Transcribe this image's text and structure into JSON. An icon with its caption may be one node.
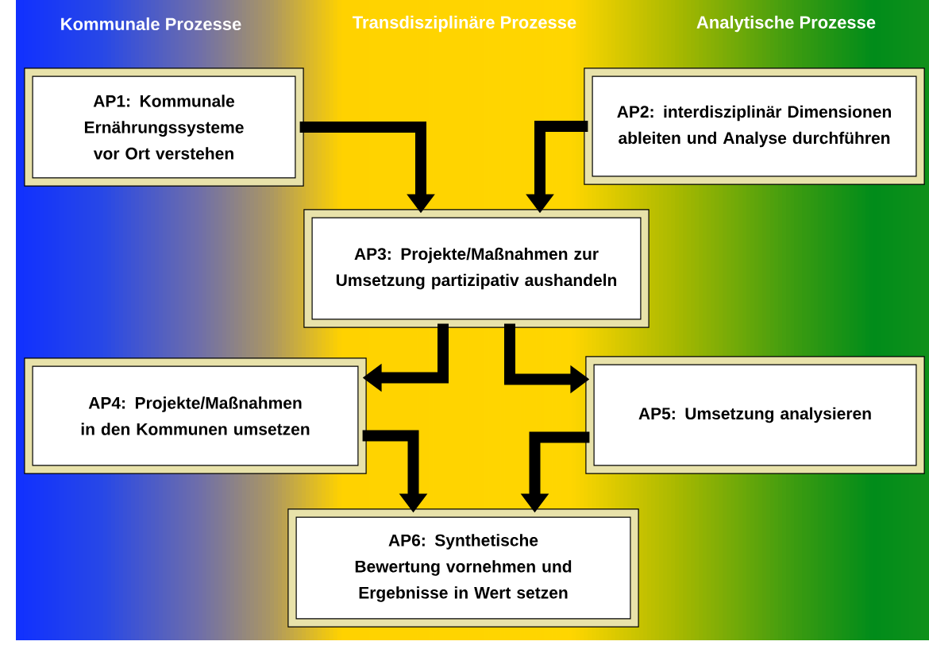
{
  "diagram": {
    "nodes": [
      {
        "text": [
          "AP1: Kommunale Ernährungssysteme vor Ort verstehen"
        ]
      },
      {
        "text": [
          "AP2: interdisziplinär Dimensionen ableiten und Analyse durchführen"
        ]
      },
      {
        "text": [
          "AP3: Projekte/Maßnahmen zur Umsetzung partizipativ aushandeln"
        ]
      },
      {
        "text": [
          "AP4: Projekte/Maßnahmen in den Kommunen umsetzen"
        ]
      },
      {
        "text": [
          "AP5: Umsetzung analysieren"
        ]
      },
      {
        "text": [
          "AP6: Synthetische Bewertung vornehmen und Ergebnisse in Wert setzen"
        ]
      }
    ],
    "edges": [
      {
        "from": 0,
        "to": 2,
        "arrow": "to"
      },
      {
        "from": 1,
        "to": 2,
        "arrow": "to"
      },
      {
        "from": 2,
        "to": 3,
        "arrow": "to"
      },
      {
        "from": 2,
        "to": 4,
        "arrow": "to"
      },
      {
        "from": 3,
        "to": 5,
        "arrow": "to"
      },
      {
        "from": 4,
        "to": 5,
        "arrow": "to"
      }
    ],
    "labels": [
      "Kommunale Prozesse",
      "Transdisziplinäre Prozesse",
      "Analytische Prozesse"
    ]
  }
}
